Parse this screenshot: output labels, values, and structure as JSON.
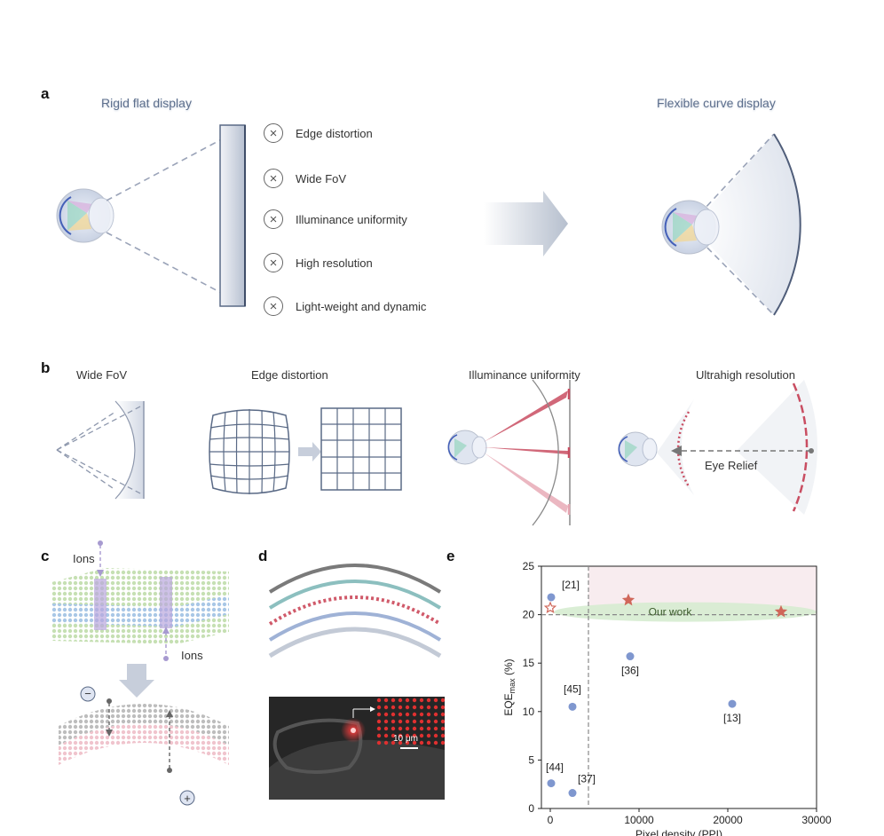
{
  "panels": {
    "a": {
      "letter": "a",
      "left_title": "Rigid flat display",
      "right_title": "Flexible curve display",
      "issues": [
        "Edge distortion",
        "Wide FoV",
        "Illuminance uniformity",
        "High resolution",
        "Light-weight and dynamic"
      ],
      "issue_icon": "circle-x-icon"
    },
    "b": {
      "letter": "b",
      "titles": [
        "Wide FoV",
        "Edge distortion",
        "Illuminance uniformity",
        "Ultrahigh resolution"
      ],
      "eye_relief_label": "Eye Relief"
    },
    "c": {
      "letter": "c",
      "ions_top": "Ions",
      "ions_bottom": "Ions",
      "minus_symbol": "−",
      "plus_symbol": "+"
    },
    "d": {
      "letter": "d",
      "scale_bar": "10 μm"
    },
    "e": {
      "letter": "e"
    }
  },
  "colors": {
    "frame": "#5a6a86",
    "dashed": "#9aa3b8",
    "accent_red": "#c0394a",
    "marker_blue": "#7f97cf",
    "marker_star": "#d0675a",
    "band_green": "#d6ecd0",
    "band_pink": "#f8ecef"
  },
  "chart_data": {
    "type": "scatter",
    "xlabel": "Pixel density (PPI)",
    "ylabel": "EQE",
    "ylabel_sub": "max",
    "ylabel_unit": "(%)",
    "xlim": [
      -1000,
      30000
    ],
    "ylim": [
      0,
      25
    ],
    "xticks": [
      0,
      10000,
      20000,
      30000
    ],
    "xtick_labels": [
      "0",
      "10000",
      "20000",
      "30000"
    ],
    "yticks": [
      0,
      5,
      10,
      15,
      20,
      25
    ],
    "ytick_labels": [
      "0",
      "5",
      "10",
      "15",
      "20",
      "25"
    ],
    "reference_lines": {
      "x": 4300,
      "y": 20
    },
    "band_label": "Our work",
    "literature": [
      {
        "label": "[21]",
        "x": 100,
        "y": 21.8
      },
      {
        "label": "[36]",
        "x": 9000,
        "y": 15.7
      },
      {
        "label": "[45]",
        "x": 2500,
        "y": 10.5
      },
      {
        "label": "[13]",
        "x": 20500,
        "y": 10.8
      },
      {
        "label": "[44]",
        "x": 100,
        "y": 2.6
      },
      {
        "label": "[37]",
        "x": 2500,
        "y": 1.6
      }
    ],
    "our_work": [
      {
        "x": 0,
        "y": 20.7,
        "style": "hollow"
      },
      {
        "x": 8800,
        "y": 21.5,
        "style": "filled"
      },
      {
        "x": 26000,
        "y": 20.3,
        "style": "filled"
      }
    ]
  }
}
